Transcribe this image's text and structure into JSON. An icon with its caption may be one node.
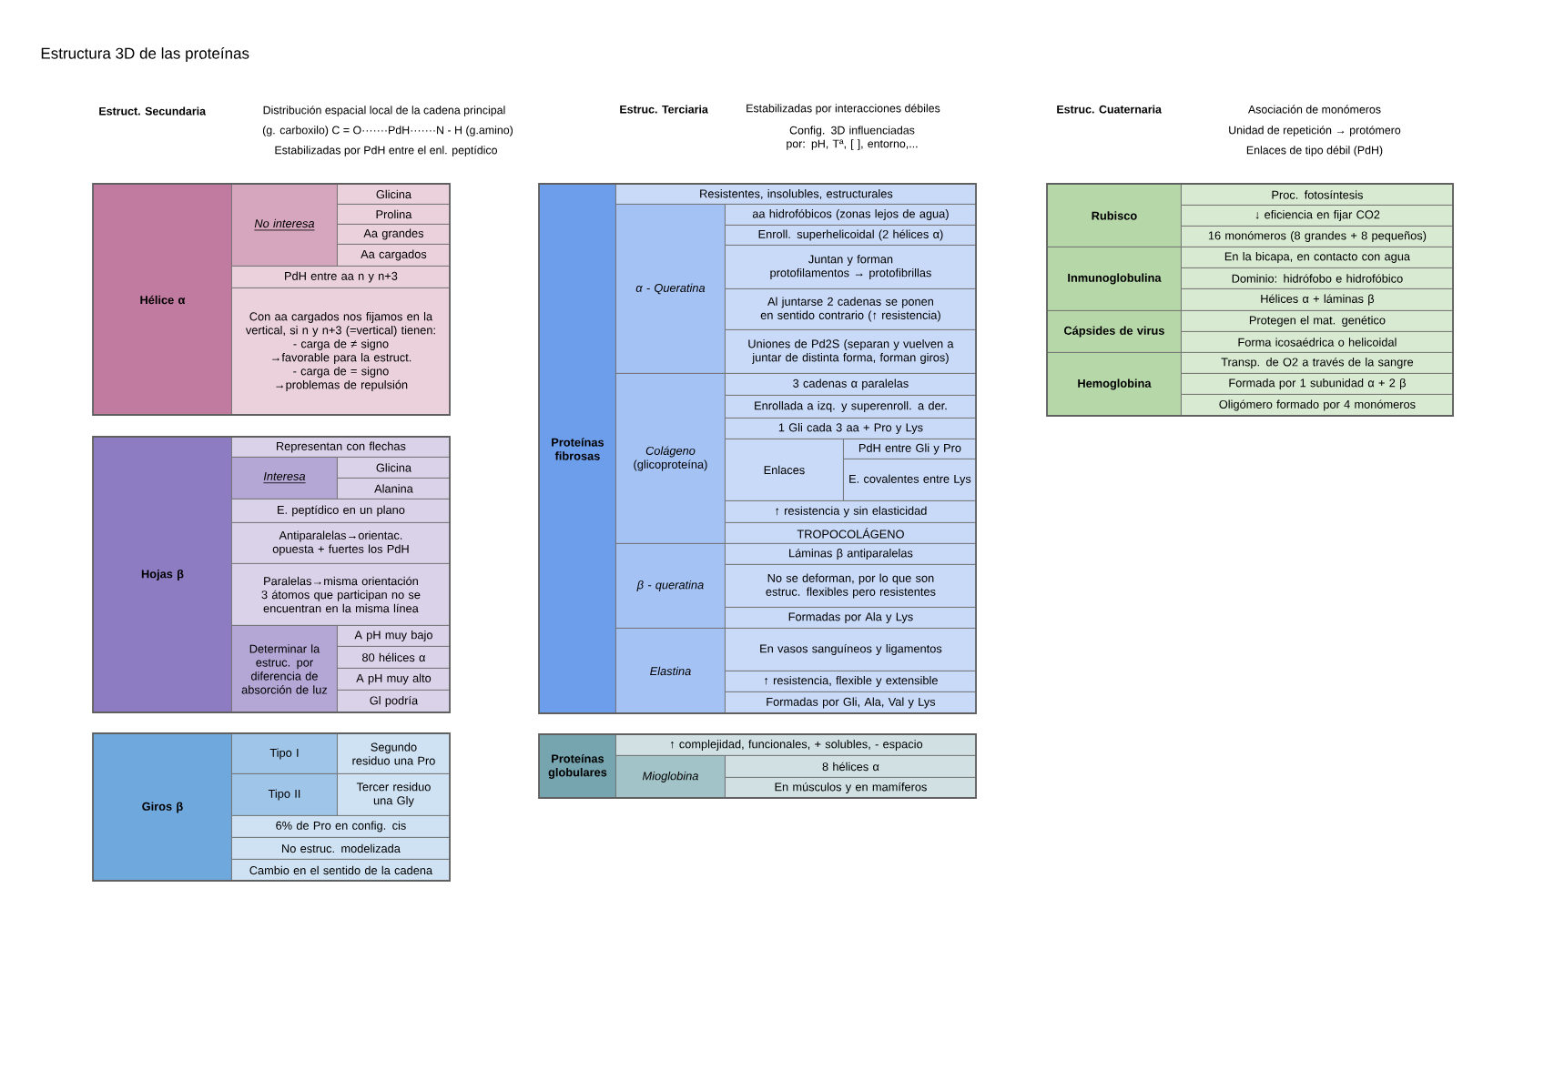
{
  "diagram": {
    "title": "Estructura 3D de las proteínas",
    "nodes": [
      {
        "text": [
          "Hélice α"
        ]
      },
      {
        "text": [
          "No interesa"
        ]
      },
      {
        "text": [
          "Glicina"
        ]
      },
      {
        "text": [
          "Prolina"
        ]
      },
      {
        "text": [
          "Aa grandes"
        ]
      },
      {
        "text": [
          "Aa cargados"
        ]
      },
      {
        "text": [
          "PdH entre aa n y n+3"
        ]
      },
      {
        "text": [
          "Con aa cargados nos fijamos en la vertical, si n y n+3 (=vertical) tienen:",
          "- carga de ≠ signo →favorable para la estruct.",
          "- carga de = signo →problemas de repulsión"
        ]
      },
      {
        "text": [
          "Hojas β"
        ]
      },
      {
        "text": [
          "Representan con flechas"
        ]
      },
      {
        "text": [
          "Interesa"
        ]
      },
      {
        "text": [
          "Glicina"
        ]
      },
      {
        "text": [
          "Alanina"
        ]
      },
      {
        "text": [
          "E. peptídico en un plano"
        ]
      },
      {
        "text": [
          "Antiparalelas→orientac. opuesta + fuertes los PdH"
        ]
      },
      {
        "text": [
          "Paralelas→misma orientación",
          "3 átomos que participan no se encuentran en la misma línea"
        ]
      },
      {
        "text": [
          "Determinar la estruc. por diferencia de absorción de luz"
        ]
      },
      {
        "text": [
          "A pH muy bajo"
        ]
      },
      {
        "text": [
          "80 hélices α"
        ]
      },
      {
        "text": [
          "A pH muy alto"
        ]
      },
      {
        "text": [
          "Gl podría"
        ]
      },
      {
        "text": [
          "Giros β"
        ]
      },
      {
        "text": [
          "Tipo I"
        ]
      },
      {
        "text": [
          "Segundo residuo una Pro"
        ]
      },
      {
        "text": [
          "Tipo II"
        ]
      },
      {
        "text": [
          "Tercer residuo una Gly"
        ]
      },
      {
        "text": [
          "6% de Pro en config. cis"
        ]
      },
      {
        "text": [
          "No estruc. modelizada"
        ]
      },
      {
        "text": [
          "Cambio en el sentido de la cadena"
        ]
      },
      {
        "text": [
          "Proteínas fibrosas"
        ]
      },
      {
        "text": [
          "Resistentes, insolubles, estructurales"
        ]
      },
      {
        "text": [
          "α - Queratina"
        ]
      },
      {
        "text": [
          "aa hidrofóbicos (zonas lejos de agua)"
        ]
      },
      {
        "text": [
          "Enroll. superhelicoidal (2 hélices α)"
        ]
      },
      {
        "text": [
          "Juntan y forman protofilamentos → protofibrillas"
        ]
      },
      {
        "text": [
          "Al juntarse 2 cadenas se ponen en sentido contrario (↑ resistencia)"
        ]
      },
      {
        "text": [
          "Uniones de Pd2S (separan y vuelven a juntar de distinta forma, forman giros)"
        ]
      },
      {
        "text": [
          "*Colágeno* (glicoproteína)"
        ]
      },
      {
        "text": [
          "3 cadenas α paralelas"
        ]
      },
      {
        "text": [
          "Enrollada a izq. y superenroll. a der."
        ]
      },
      {
        "text": [
          "1 Gli cada 3 aa + Pro y Lys"
        ]
      },
      {
        "text": [
          "Enlaces"
        ]
      },
      {
        "text": [
          "PdH entre Gli y Pro"
        ]
      },
      {
        "text": [
          "E. covalentes entre Lys"
        ]
      },
      {
        "text": [
          "↑ resistencia y sin elasticidad"
        ]
      },
      {
        "text": [
          "TROPOCOLÁGENO"
        ]
      },
      {
        "text": [
          "β - queratina"
        ]
      },
      {
        "text": [
          "Láminas β antiparalelas"
        ]
      },
      {
        "text": [
          "No se deforman, por lo que son estruc. flexibles pero resistentes"
        ]
      },
      {
        "text": [
          "Formadas por Ala y Lys"
        ]
      },
      {
        "text": [
          "Elastina"
        ]
      },
      {
        "text": [
          "En vasos sanguíneos y ligamentos"
        ]
      },
      {
        "text": [
          "↑ resistencia, flexible y extensible"
        ]
      },
      {
        "text": [
          "Formadas por Gli, Ala, Val y Lys"
        ]
      },
      {
        "text": [
          "Proteínas globulares"
        ]
      },
      {
        "text": [
          "↑ complejidad, funcionales, + solubles, - espacio"
        ]
      },
      {
        "text": [
          "Mioglobina"
        ]
      },
      {
        "text": [
          "8 hélices α"
        ]
      },
      {
        "text": [
          "En músculos y en mamíferos"
        ]
      },
      {
        "text": [
          "Rubisco"
        ]
      },
      {
        "text": [
          "Proc. fotosíntesis"
        ]
      },
      {
        "text": [
          "↓ eficiencia en fijar CO2"
        ]
      },
      {
        "text": [
          "16 monómeros (8 grandes + 8 pequeños)"
        ]
      },
      {
        "text": [
          "Inmunoglobulina"
        ]
      },
      {
        "text": [
          "En la bicapa, en contacto con agua"
        ]
      },
      {
        "text": [
          "Dominio: hidrófobo e hidrofóbico"
        ]
      },
      {
        "text": [
          "Hélices α + láminas β"
        ]
      },
      {
        "text": [
          "Cápsides de virus"
        ]
      },
      {
        "text": [
          "Protegen el mat. genético"
        ]
      },
      {
        "text": [
          "Forma icosaédrica o helicoidal"
        ]
      },
      {
        "text": [
          "Hemoglobina"
        ]
      },
      {
        "text": [
          "Transp. de O2 a través de la sangre"
        ]
      },
      {
        "text": [
          "Formada por 1 subunidad α + 2 β"
        ]
      },
      {
        "text": [
          "Oligómero formado por 4 monómeros"
        ]
      }
    ],
    "labels": [
      "Estruct. Secundaria",
      "Distribución espacial local de la cadena principal",
      "(g. carboxilo) C = O·······PdH·······N - H (g.amino)",
      "Estabilizadas por PdH entre el enl. peptídico",
      "Estruc. Terciaria",
      "Estabilizadas por interacciones débiles",
      "Config. 3D influenciadas por: pH, Tª, [ ], entorno,...",
      "Estruc. Cuaternaria",
      "Asociación de monómeros",
      "Unidad de repetición → protómero",
      "Enlaces de tipo débil (PdH)"
    ]
  }
}
